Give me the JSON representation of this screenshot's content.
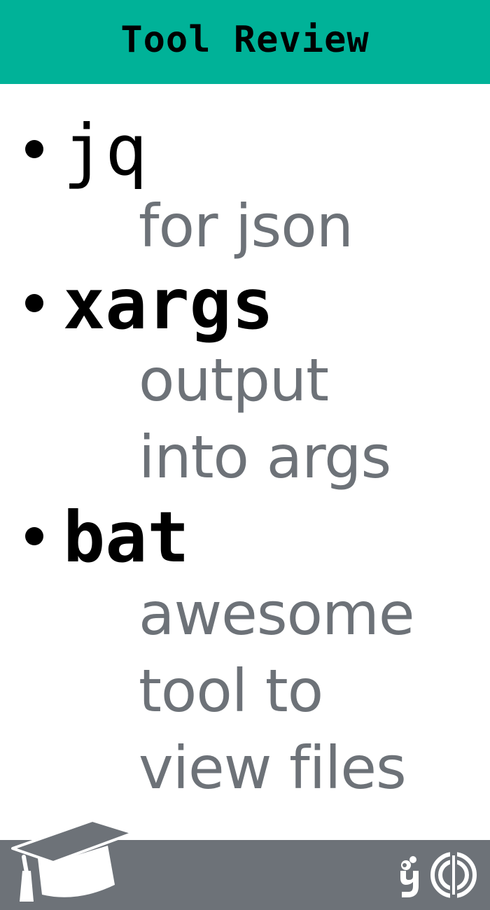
{
  "header": {
    "title": "Tool Review"
  },
  "tools": [
    {
      "name": "jq",
      "description": [
        "for json"
      ]
    },
    {
      "name": "xargs",
      "description": [
        "output",
        "into args"
      ]
    },
    {
      "name": "bat",
      "description": [
        "awesome",
        "tool to",
        "view files"
      ]
    }
  ],
  "icons": {
    "graduation_cap": "graduation-cap-icon",
    "brand_logo": "brand-logo-icon"
  },
  "colors": {
    "header_bg": "#00b298",
    "description_text": "#6d7278",
    "footer_bg": "#6d7278",
    "tool_text": "#000000"
  }
}
